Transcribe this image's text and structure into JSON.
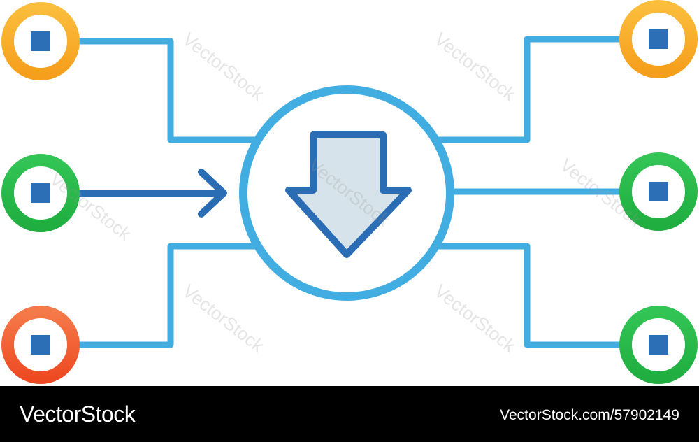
{
  "watermark": "VectorStock",
  "footer": {
    "brand": "VectorStock",
    "id": "VectorStock.com/57902149"
  },
  "colors": {
    "line": "#42ade0",
    "dark_blue": "#2a6db5",
    "arrow_fill": "#d6e3ea",
    "orange": "#f8a825",
    "green": "#27b548",
    "red": "#ef5530",
    "square": "#2d6fb7",
    "footer_bg": "#000000"
  },
  "nodes": [
    {
      "side": "left",
      "color": "orange",
      "icon": "square-node-icon"
    },
    {
      "side": "left",
      "color": "green",
      "icon": "square-node-icon"
    },
    {
      "side": "left",
      "color": "red",
      "icon": "square-node-icon"
    },
    {
      "side": "right",
      "color": "orange",
      "icon": "square-node-icon"
    },
    {
      "side": "right",
      "color": "green",
      "icon": "square-node-icon"
    },
    {
      "side": "right",
      "color": "green",
      "icon": "square-node-icon"
    }
  ],
  "center_icon": "download-arrow-icon"
}
